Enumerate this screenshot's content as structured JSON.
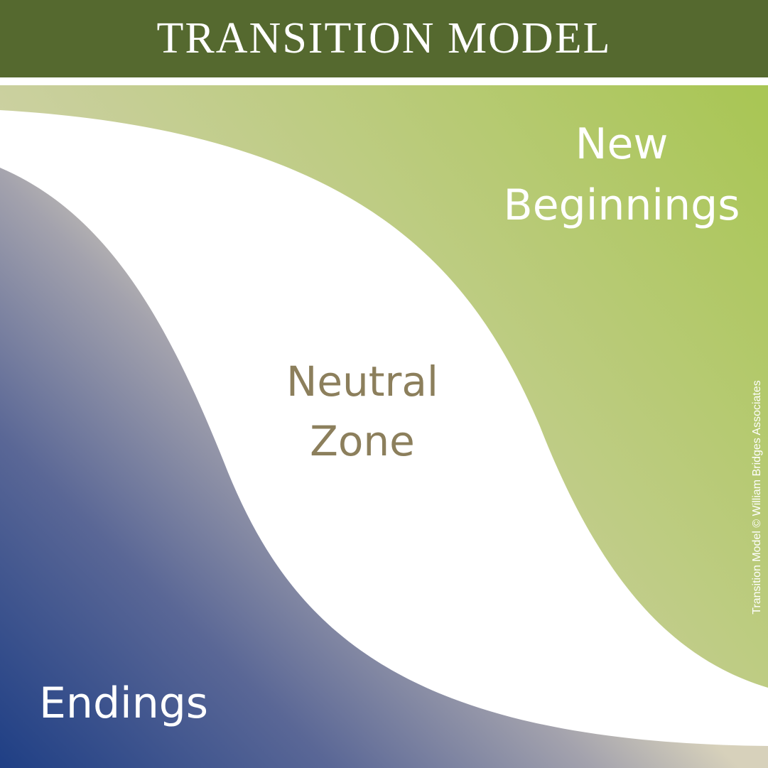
{
  "title": "TRANSITION MODEL",
  "zones": {
    "new_beginnings": {
      "line1": "New",
      "line2": "Beginnings"
    },
    "neutral_zone": {
      "line1": "Neutral",
      "line2": "Zone"
    },
    "endings": {
      "label": "Endings"
    }
  },
  "copyright": "Transition Model © William Bridges Associates",
  "colors": {
    "header": "#55692f",
    "endings_dark": "#1f3f85",
    "endings_fade": "#d2cdb6",
    "beginnings_bright": "#a9c655",
    "beginnings_fade": "#dcd6bd",
    "neutral_text": "#8c7f5c"
  }
}
